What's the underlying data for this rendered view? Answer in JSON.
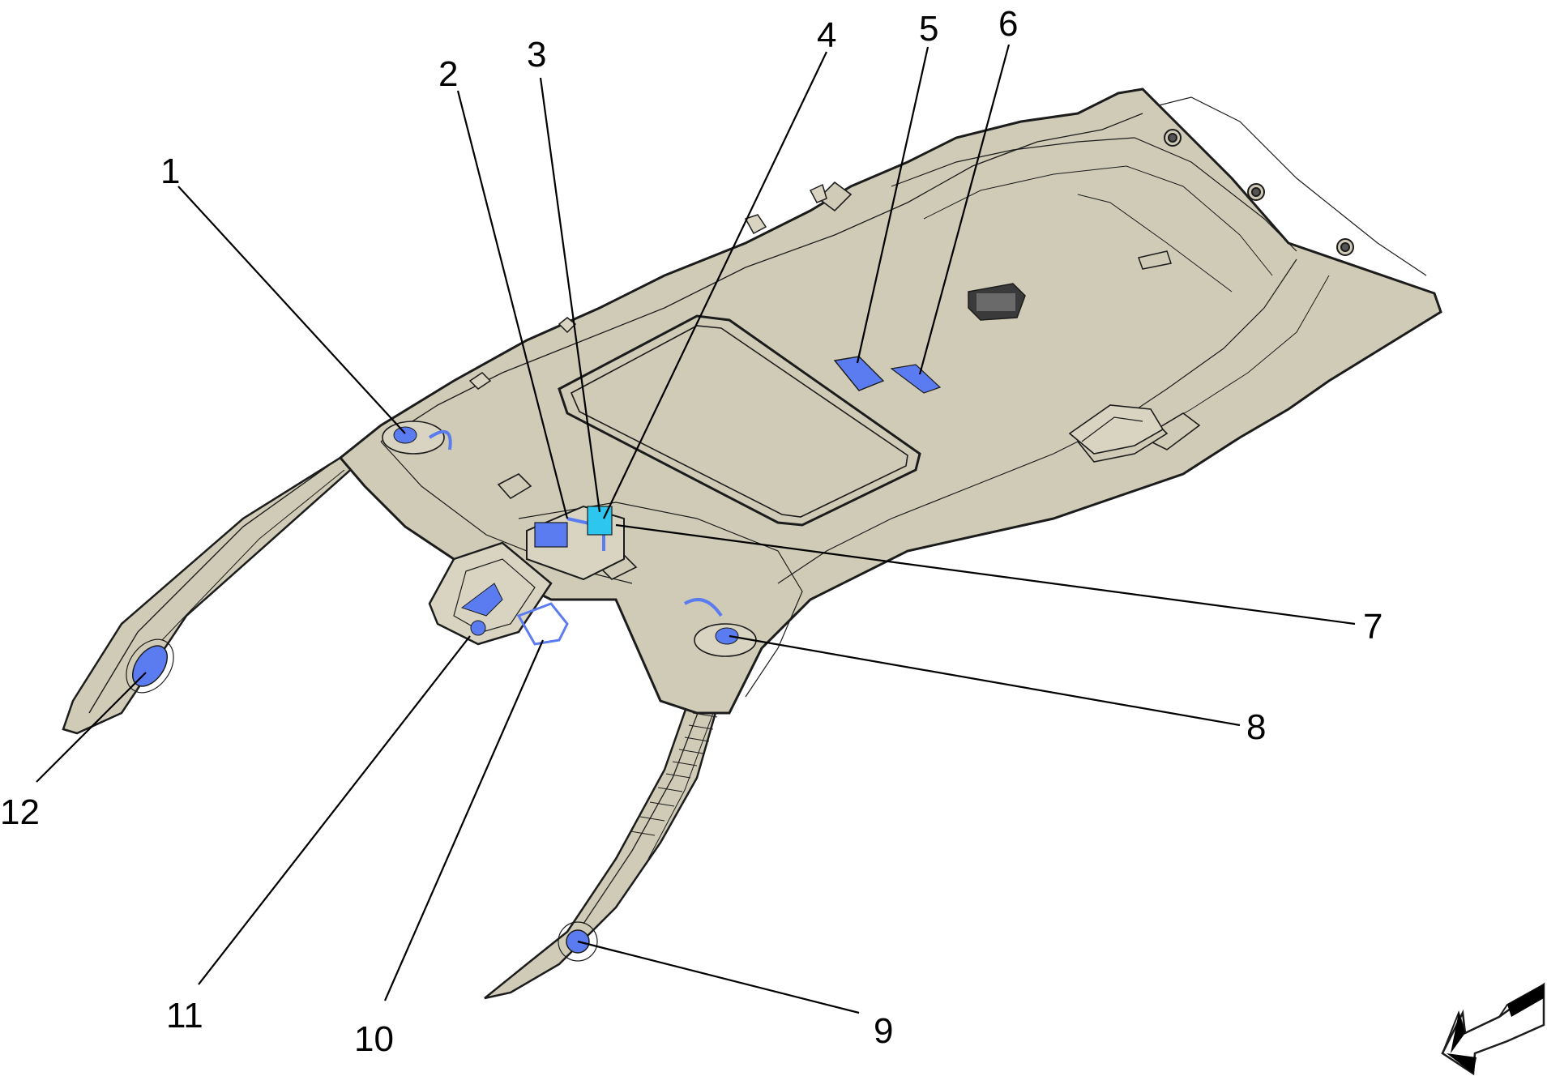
{
  "diagram": {
    "colors": {
      "panel_fill": "#cfcbb6",
      "panel_stroke": "#1c1c1c",
      "inner_fill": "#d8d4c1",
      "highlight_blue": "#5b7cf0",
      "highlight_cyan": "#2cc6ee",
      "background": "#ffffff"
    },
    "callouts": [
      {
        "id": "1",
        "label": "1"
      },
      {
        "id": "2",
        "label": "2"
      },
      {
        "id": "3",
        "label": "3"
      },
      {
        "id": "4",
        "label": "4"
      },
      {
        "id": "5",
        "label": "5"
      },
      {
        "id": "6",
        "label": "6"
      },
      {
        "id": "7",
        "label": "7"
      },
      {
        "id": "8",
        "label": "8"
      },
      {
        "id": "9",
        "label": "9"
      },
      {
        "id": "10",
        "label": "10"
      },
      {
        "id": "11",
        "label": "11"
      },
      {
        "id": "12",
        "label": "12"
      }
    ],
    "orientation_icon": "front-direction-arrow-icon"
  }
}
